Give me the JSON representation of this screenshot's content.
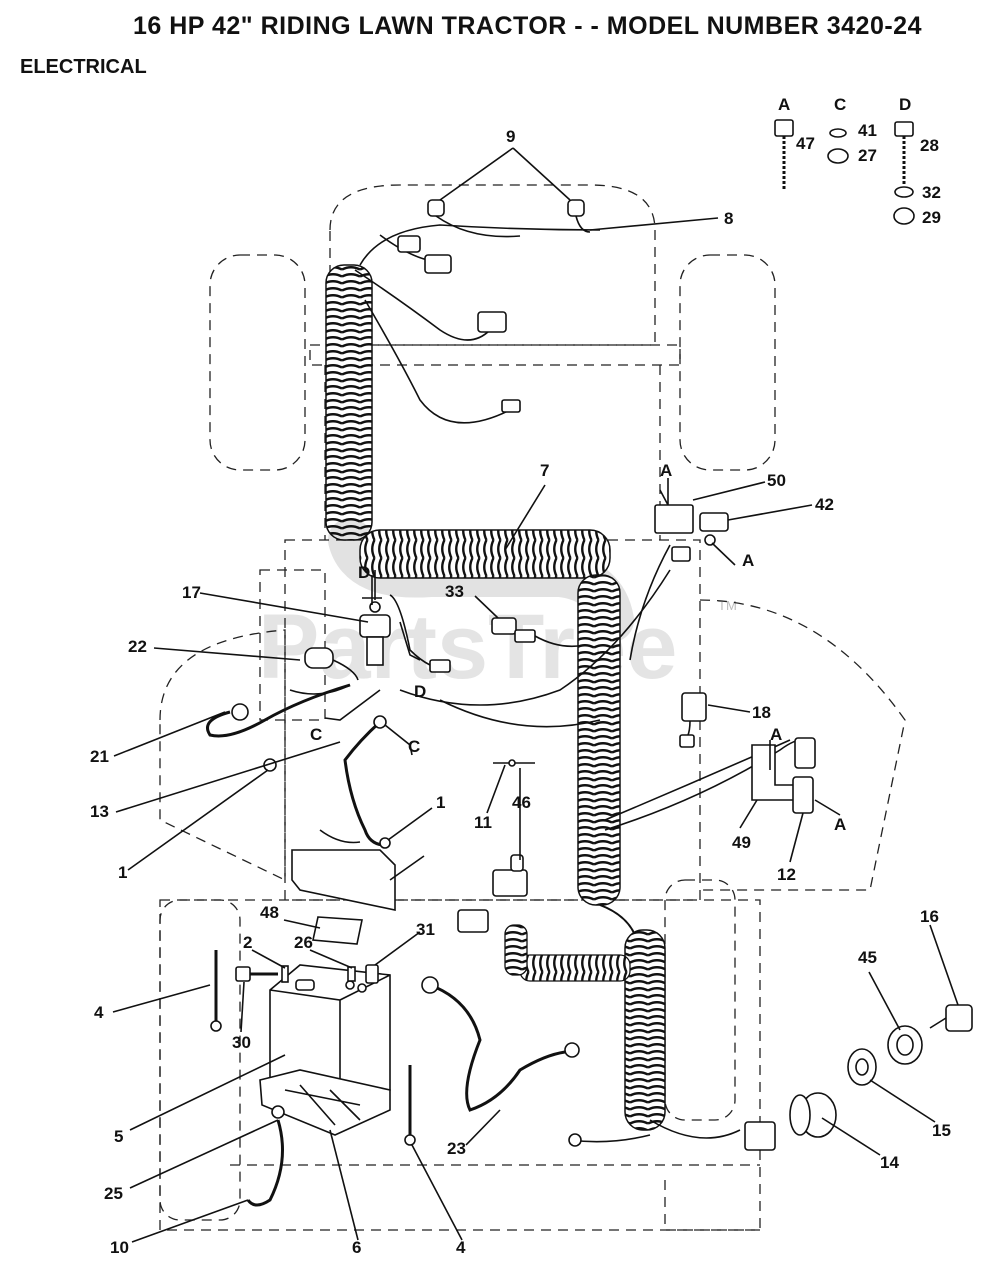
{
  "header": {
    "title": "16 HP 42\" RIDING LAWN TRACTOR - - MODEL NUMBER 3420-24",
    "section": "ELECTRICAL"
  },
  "watermark": {
    "text": "PartsTree",
    "tm": "TM"
  },
  "hardware_legend": [
    {
      "letter": "A",
      "parts": [
        "47"
      ]
    },
    {
      "letter": "C",
      "parts": [
        "41",
        "27"
      ]
    },
    {
      "letter": "D",
      "parts": [
        "28",
        "32",
        "29"
      ]
    }
  ],
  "callouts": {
    "p1a": "1",
    "p1b": "1",
    "p2": "2",
    "p4a": "4",
    "p4b": "4",
    "p5": "5",
    "p6": "6",
    "p7": "7",
    "p8": "8",
    "p9": "9",
    "p10": "10",
    "p11": "11",
    "p12": "12",
    "p13": "13",
    "p14": "14",
    "p15": "15",
    "p16": "16",
    "p17": "17",
    "p18": "18",
    "p21": "21",
    "p22": "22",
    "p23": "23",
    "p25": "25",
    "p26": "26",
    "p30": "30",
    "p31": "31",
    "p33": "33",
    "p42": "42",
    "p45": "45",
    "p46": "46",
    "p48": "48",
    "p49": "49",
    "p50": "50"
  },
  "ref_letters": {
    "A1": "A",
    "A2": "A",
    "A3": "A",
    "A4": "A",
    "C1": "C",
    "C2": "C",
    "D1": "D",
    "D2": "D"
  }
}
